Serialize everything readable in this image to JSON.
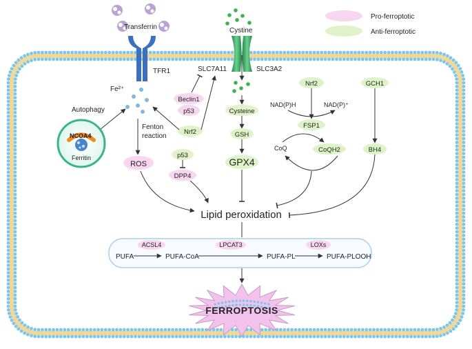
{
  "legend": {
    "pro": {
      "label": "Pro-ferroptotic",
      "color": "#f7d6ef"
    },
    "anti": {
      "label": "Anti-ferroptotic",
      "color": "#dff3c8"
    }
  },
  "colors": {
    "membrane_head": "#7dc6ea",
    "membrane_tail": "#f0d79a",
    "iron": "#7fb8e6",
    "cystine": "#3cb34a",
    "transferrin": "#b9a3d6",
    "receptor": "#3d6fc1",
    "transporter": "#2f9e5f",
    "ferroptosis_fill": "#f3c2ec",
    "arrow": "#333333"
  },
  "labels": {
    "transferrin": "Transferrin",
    "tfr1": "TFR1",
    "fe": "Fe²⁺",
    "autophagy": "Autophagy",
    "ncoa4": "NCOA4",
    "ferritin": "Ferritin",
    "fenton_1": "Fenton",
    "fenton_2": "reaction",
    "cystine": "Cystine",
    "slc7a11": "SLC7A11",
    "slc3a2": "SLC3A2",
    "nadph": "NAD(P)H",
    "nadp": "NAD(P)⁺",
    "coq": "CoQ",
    "lipid_peroxidation": "Lipid peroxidation",
    "ferroptosis": "FERROPTOSIS",
    "pufa": "PUFA",
    "pufa_coa": "PUFA-CoA",
    "pufa_pl": "PUFA-PL",
    "pufa_plooh": "PUFA-PLOOH"
  },
  "pills": {
    "beclin1": "Beclin1",
    "p53_top": "p53",
    "nrf2_left": "Nrf2",
    "ros": "ROS",
    "p53_mid": "p53",
    "dpp4": "DPP4",
    "cysteine": "Cysteine",
    "gsh": "GSH",
    "gpx4": "GPX4",
    "nrf2_right": "Nrf2",
    "fsp1": "FSP1",
    "coqh2": "CoQH2",
    "gch1": "GCH1",
    "bh4": "BH4",
    "acsl4": "ACSL4",
    "lpcat3": "LPCAT3",
    "loxs": "LOXs"
  }
}
